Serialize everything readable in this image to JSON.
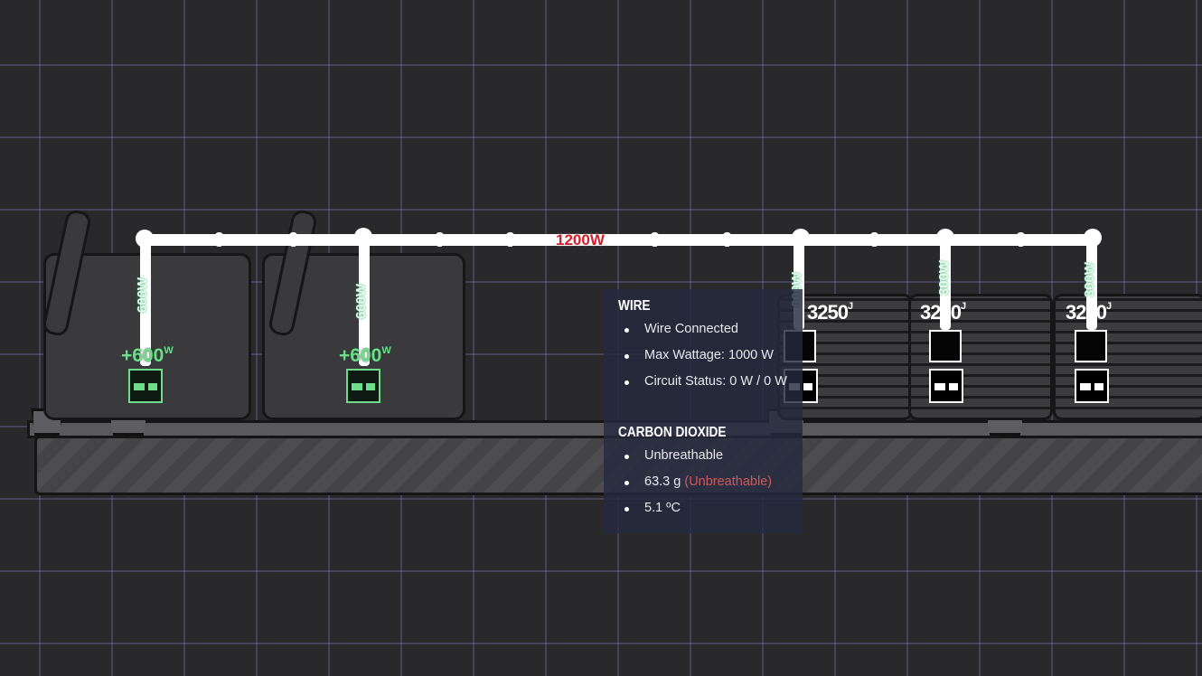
{
  "circuit": {
    "total_load": "1200W"
  },
  "generators": [
    {
      "wire_load": "600W",
      "output": "+600",
      "unit": "W"
    },
    {
      "wire_load": "600W",
      "output": "+600",
      "unit": "W"
    }
  ],
  "batteries": [
    {
      "wire_load": "600W",
      "stored": "3250",
      "unit": "J"
    },
    {
      "wire_load": "300W",
      "stored": "3250",
      "unit": "J"
    },
    {
      "wire_load": "300W",
      "stored": "3250",
      "unit": "J"
    }
  ],
  "tooltip": {
    "wire_title": "WIRE",
    "wire_items": [
      "Wire Connected",
      "Max Wattage: 1000 W",
      "Circuit Status: 0 W / 0 W"
    ],
    "gas_title": "CARBON DIOXIDE",
    "gas_status": "Unbreathable",
    "gas_mass": "63.3 g",
    "gas_mass_note": "(Unbreathable)",
    "gas_temp": "5.1 ºC"
  },
  "colors": {
    "generator": "#6fdc8c",
    "overload": "#d4202a",
    "warning": "#d0585a"
  }
}
